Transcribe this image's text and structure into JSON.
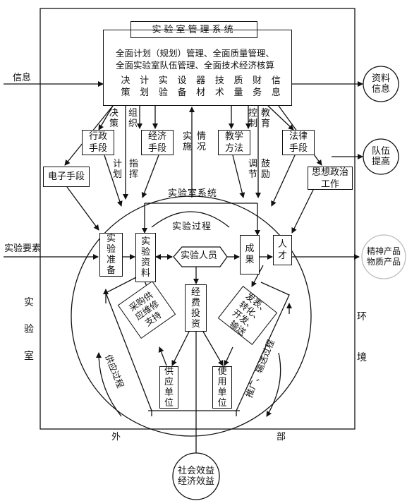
{
  "management": {
    "title": "实验室管理系统",
    "line1": "全面计划（规划）管理、全面质量管理、",
    "line2": "全面实验室队伍管理、全面技术经济核算",
    "cols": [
      [
        "决",
        "策"
      ],
      [
        "计",
        "划"
      ],
      [
        "实",
        "验"
      ],
      [
        "设",
        "备"
      ],
      [
        "器",
        "材"
      ],
      [
        "技",
        "术"
      ],
      [
        "质",
        "量"
      ],
      [
        "财",
        "务"
      ],
      [
        "信",
        "息"
      ]
    ]
  },
  "inputs": {
    "info": "信息",
    "factors": "实验要素"
  },
  "outputs": {
    "info_resources": "资料\n信息",
    "team": "队伍\n提高",
    "products": "精神产品\n物质产品",
    "benefits": "社会效益\n经济效益"
  },
  "means": {
    "admin": "行政\n手段",
    "economic": "经济\n手段",
    "teaching": "教学\n方法",
    "legal": "法律\n手段",
    "electronic": "电子手段",
    "ideological": "思想政治\n工作"
  },
  "arrow_labels": {
    "juece": "决策",
    "zuzhi": "组织",
    "jihua": "计划",
    "zhihui": "指挥",
    "shishi": "实施",
    "qingkuang": "情况",
    "kongzhi": "控制",
    "jiaoyu": "教育",
    "tiaojie": "调节",
    "guli": "鼓励"
  },
  "lab_system": {
    "title": "实验室系统",
    "process": "实验过程",
    "prep": "实验准备",
    "materials": "实验资料",
    "staff": "实验人员",
    "results": "成果",
    "talent": "人才",
    "funding": "经费投资",
    "procurement": "采购供应维修支持",
    "publish": "发表、转化、开发、输送",
    "supplier": "供应单位",
    "user": "使用单位",
    "supply_process": "供应过程",
    "output_process": "推广、输送过程"
  },
  "environment": {
    "lab_chars": [
      "实",
      "验",
      "室"
    ],
    "env_chars": [
      "环",
      "境"
    ],
    "outside": "外",
    "part": "部"
  }
}
